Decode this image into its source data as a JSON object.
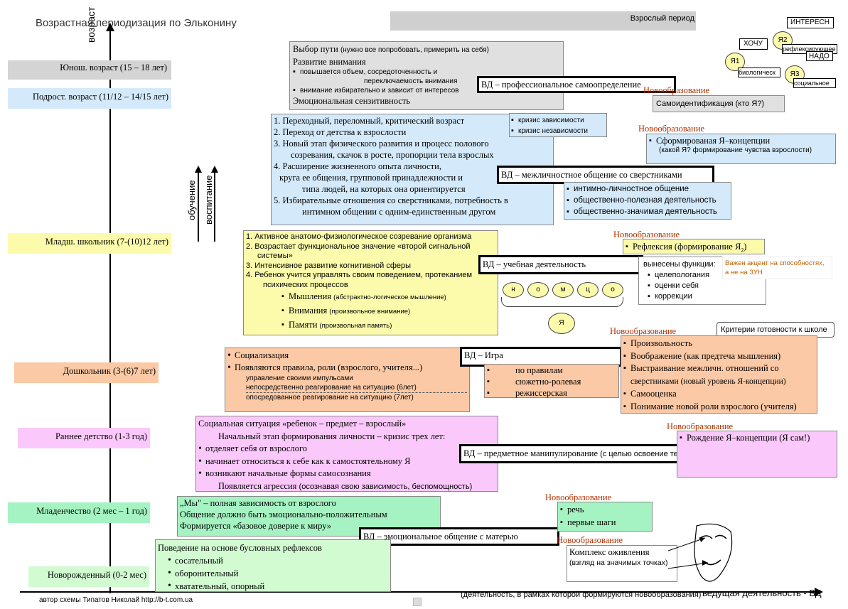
{
  "title": "Возрастная периодизация по Эльконину",
  "axes": {
    "y_label": "возраст",
    "left_arrow": "обучение",
    "right_arrow": "воспитание",
    "x_note": "(деятельность, в рамках которой формируются новообразования)",
    "x_label": "ведущая деятельность - ВД"
  },
  "author": "автор схемы Типатов Николай http://b-t.com.ua",
  "page_marker": "",
  "adult": "Взрослый период",
  "ages": [
    "Юнош. возраст (15 – 18 лет)",
    "Подрост. возраст (11/12 – 14/15 лет)",
    "Младш. школьник (7-(10)12 лет)",
    "Дошкольник (3-(6)7 лет)",
    "Раннее детство (1-3 год)",
    "Младенчество (2 мес – 1 год)",
    "Новорожденный (0-2 мес)"
  ],
  "novoobr": "Новообразование",
  "youth": {
    "l1": "Выбор пути ",
    "l1s": "(нужно все попробовать, примерить на себя)",
    "l2": "Развитие внимания",
    "b1": "повышается объем, сосредоточенность и",
    "b1b": "переключаемость внимания",
    "b2": "внимание избирательно и зависит от интересов",
    "l3": "Эмоциональная сензитивность",
    "vd": "ВД – профессиональное самоопределение",
    "n": "Самоидентификация (кто Я?)"
  },
  "want": {
    "interest": "ИНТЕРЕСН",
    "hochu": "ХОЧУ",
    "ya1": "Я1",
    "ya2": "Я2",
    "ya3": "Я3",
    "refl": "рефлексирующее",
    "nado": "НАДО",
    "bio": "биологическ",
    "soc": "социальное"
  },
  "teen": {
    "items": [
      "Переходный, переломный, критический возраст",
      "Переход от детства к взрослости",
      "Новый этап физического развития и процесс полового",
      "созревания, скачок в росте, пропорции тела взрослых",
      "Расширение жизненного опыта личности,",
      "круга ее общения, групповой принадлежности и",
      "типа людей, на которых она ориентируется",
      "Избирательные отношения со сверстниками, потребность в",
      "интимном общении с одним-единственным другом"
    ],
    "crisis": [
      "кризис зависимости",
      "кризис независмости"
    ],
    "vd": "ВД – межличностное общение со сверстниками",
    "sub": [
      "интимно-личностное общение",
      "общественно-полезная деятельность",
      "общественно-значимая деятельность"
    ],
    "n1": "Сформированая Я–концепции",
    "n2": "(какой Я? формирование чувства взрослости)"
  },
  "school": {
    "items": [
      "1. Активное анатомо-физиологическое созревание организма",
      "2. Возрастает функциональное значение «второй сигнальной",
      "системы»",
      "3. Интенсивное развитие когнитивной сферы",
      "4. Ребенок учится управлять своим поведением, протеканием",
      "психических процессов"
    ],
    "m1": "Мышления",
    "m1s": "(абстрактно-логическое мышление)",
    "m2": "Внимания",
    "m2s": "(произвольное внимание)",
    "m3": "Памяти",
    "m3s": "(произвольная память)",
    "vd": "ВД – учебная деятельность",
    "ovals": [
      "н",
      "о",
      "м",
      "ц",
      "о"
    ],
    "ya": "Я",
    "n1": "Рефлексия (формирование Я",
    "fn": "вынесены функции:",
    "f": [
      "целепологания",
      "оценки себя",
      "коррекции"
    ],
    "note1": "Важен акцент на способностях,",
    "note2": "а не на ЗУН"
  },
  "presch": {
    "items": [
      "Социализация",
      "Появляются правила, роли (взрослого, учителя...)"
    ],
    "s1": "управление своими импульсами",
    "s2": "непосредственно реагирование на ситуацию (6лет)",
    "s3": "опосредованное реагирование на ситуацию (7лет)",
    "vd": "ВД – Игра",
    "games": [
      "по правилам",
      "сюжетно-ролевая",
      "режиссерская"
    ],
    "crit": "Критерии готовности к школе",
    "n": [
      "Произвольность",
      "Воображение (как предтеча мышления)",
      "Выстраивание межличн. отношений со",
      "сверстниками (новый уровень Я-концепции)",
      "Самооценка",
      "Понимание новой роли взрослого (учителя)"
    ]
  },
  "early": {
    "l1": "Социальная ситуация «ребенок – предмет – взрослый»",
    "l2": "Начальный этап формирования личности – кризис трех лет:",
    "b": [
      "отделяет себя от взрослого",
      "начинает относиться к себе как к самостоятельному Я",
      "возникают начальные формы самосознания"
    ],
    "l3": "Появляется агрессия",
    "l3s": "(осознавая свою зависимость, беспомощность)",
    "vd": "ВД – предметное манипулирование",
    "vds": "(с целью освоение территории)",
    "n": "Рождение Я–концепции (Я сам!)"
  },
  "infant": {
    "l": [
      "„Мы\" – полная зависимость от взрослого",
      "Общение должно быть эмоционально-положительным",
      "Формируется «базовое доверие к миру»"
    ],
    "vd": "ВД – эмоциональное общение с матерью",
    "n": [
      "речь",
      "первые шаги"
    ]
  },
  "newborn": {
    "l": "Поведение на основе бусловных рефлексов",
    "b": [
      "сосательный",
      "оборонительный",
      "хватательный, опорный"
    ],
    "n1": "Комплекс оживления",
    "n2": "(взгляд на значимых точках)"
  }
}
